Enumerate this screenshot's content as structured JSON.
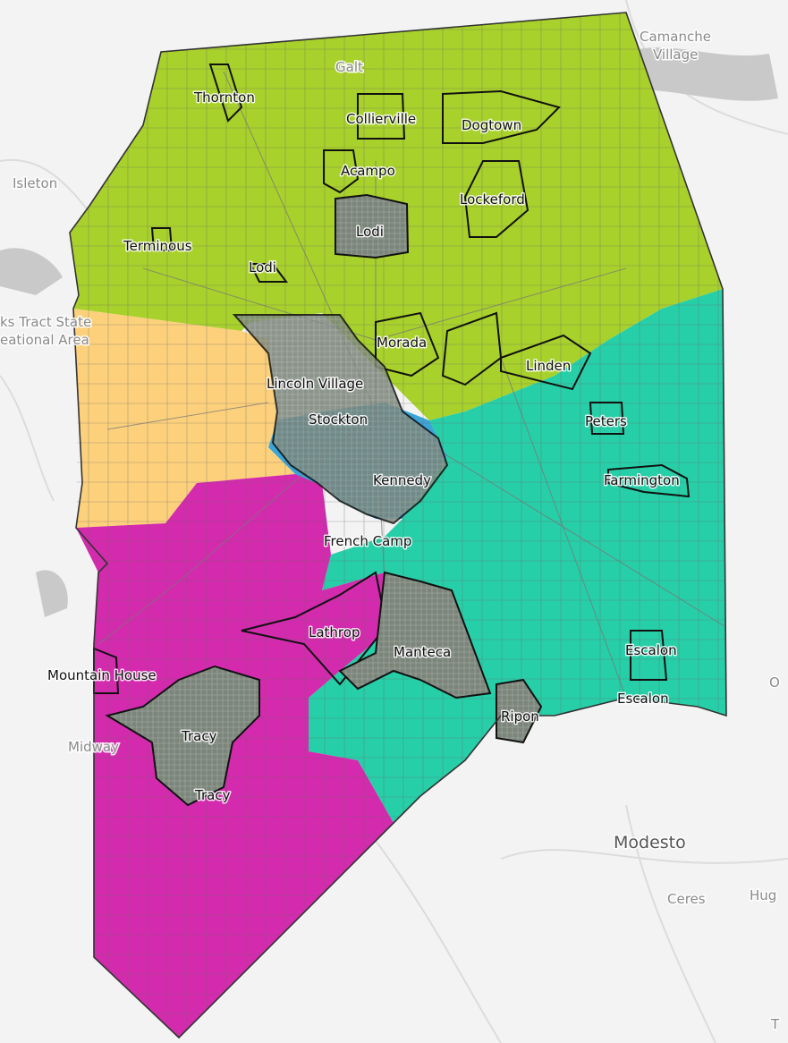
{
  "map": {
    "colors": {
      "north": "#a8d12c",
      "west": "#fdd17c",
      "east": "#27cfa8",
      "south": "#d42aae",
      "central": "#3aa5d6",
      "water": "#c7c7c7",
      "city_fill": "#6f7a6e",
      "road": "#888888"
    },
    "background_labels": {
      "galt": "Galt",
      "camanche_1": "Camanche",
      "camanche_2": "Village",
      "isleton": "Isleton",
      "franks_1": "ks Tract State",
      "franks_2": "eational Area",
      "midway": "Midway",
      "modesto": "Modesto",
      "ceres": "Ceres",
      "hug": "Hug",
      "o_edge": "O",
      "t_edge": "T"
    },
    "place_labels": {
      "thornton": "Thornton",
      "collierville": "Collierville",
      "dogtown": "Dogtown",
      "acampo": "Acampo",
      "lockeford": "Lockeford",
      "lodi": "Lodi",
      "terminous": "Terminous",
      "lodi_west": "Lodi",
      "morada": "Morada",
      "linden": "Linden",
      "lincoln_village": "Lincoln Village",
      "stockton": "Stockton",
      "peters": "Peters",
      "kennedy": "Kennedy",
      "farmington": "Farmington",
      "french_camp": "French Camp",
      "lathrop": "Lathrop",
      "manteca": "Manteca",
      "escalon": "Escalon",
      "escalon_2": "Escalon",
      "mountain_house": "Mountain House",
      "ripon": "Ripon",
      "tracy": "Tracy",
      "tracy_2": "Tracy"
    }
  }
}
